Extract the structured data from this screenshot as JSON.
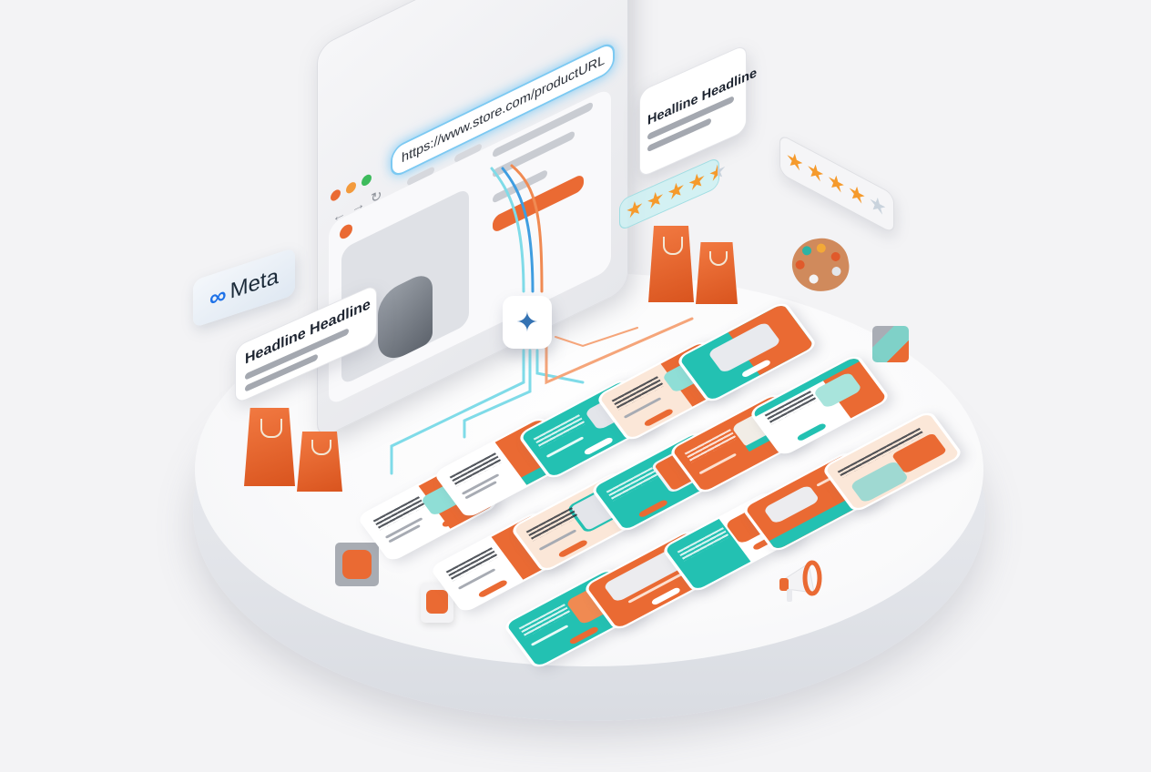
{
  "browser": {
    "url": "https://www.store.com/productURL",
    "traffic_lights": [
      "#ea6a33",
      "#f39a3c",
      "#3dbb5c"
    ],
    "nav_icons": [
      "back-arrow-icon",
      "forward-arrow-icon",
      "reload-icon"
    ],
    "menu_icon": "kebab-menu-icon"
  },
  "badges": {
    "meta_logo_text": "Meta",
    "meta_symbol": "∞",
    "headline_left": "Headline Headline",
    "headline_right": "Healline Headline"
  },
  "ratings": [
    {
      "label": "teal-star-rating",
      "filled": 4.5,
      "total": 5
    },
    {
      "label": "white-star-rating",
      "filled": 4,
      "total": 5
    }
  ],
  "ai_node": {
    "icon": "sparkle-icon",
    "glyph": "✦"
  },
  "colors": {
    "orange": "#ea6a33",
    "teal": "#23c1b2",
    "peach": "#fbe7d8",
    "glow_blue": "#7cc9f2",
    "star": "#f59a2c",
    "disc": "#fafafb"
  },
  "ad_cards": [
    {
      "id": 1,
      "theme": "orange-teal"
    },
    {
      "id": 2,
      "theme": "peach"
    },
    {
      "id": 3,
      "theme": "white-teal"
    },
    {
      "id": 4,
      "theme": "teal"
    },
    {
      "id": 5,
      "theme": "white-orange"
    },
    {
      "id": 6,
      "theme": "orange"
    },
    {
      "id": 7,
      "theme": "peach-orange"
    },
    {
      "id": 8,
      "theme": "white-orange"
    },
    {
      "id": 9,
      "theme": "teal"
    },
    {
      "id": 10,
      "theme": "peach"
    },
    {
      "id": 11,
      "theme": "white-orange"
    },
    {
      "id": 12,
      "theme": "orange"
    },
    {
      "id": 13,
      "theme": "teal"
    },
    {
      "id": 14,
      "theme": "orange-teal"
    },
    {
      "id": 15,
      "theme": "white-orange"
    },
    {
      "id": 16,
      "theme": "teal-orange"
    }
  ],
  "decor": [
    "shopping-bag-icon",
    "shopping-bag-icon",
    "shopping-bag-icon",
    "shopping-bag-icon",
    "paint-palette-icon",
    "megaphone-icon",
    "cube-icon",
    "cube-icon",
    "cube-icon"
  ]
}
